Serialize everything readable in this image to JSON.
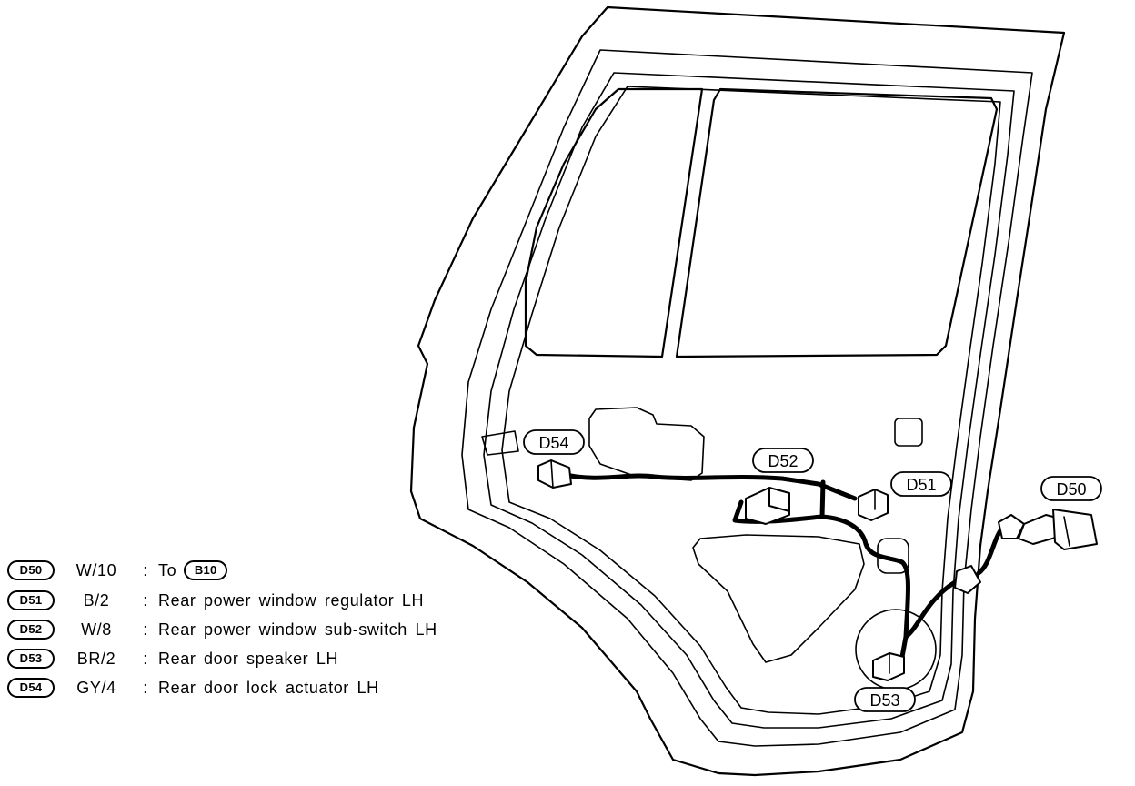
{
  "callouts": {
    "d50": "D50",
    "d51": "D51",
    "d52": "D52",
    "d53": "D53",
    "d54": "D54"
  },
  "legend": {
    "rows": [
      {
        "code": "D50",
        "wire": "W/10",
        "colon": ":",
        "desc": "To",
        "ref": "B10"
      },
      {
        "code": "D51",
        "wire": "B/2",
        "colon": ":",
        "desc": "Rear power window regulator LH"
      },
      {
        "code": "D52",
        "wire": "W/8",
        "colon": ":",
        "desc": "Rear power window sub-switch LH"
      },
      {
        "code": "D53",
        "wire": "BR/2",
        "colon": ":",
        "desc": "Rear door speaker LH"
      },
      {
        "code": "D54",
        "wire": "GY/4",
        "colon": ":",
        "desc": "Rear door lock actuator LH"
      }
    ]
  }
}
